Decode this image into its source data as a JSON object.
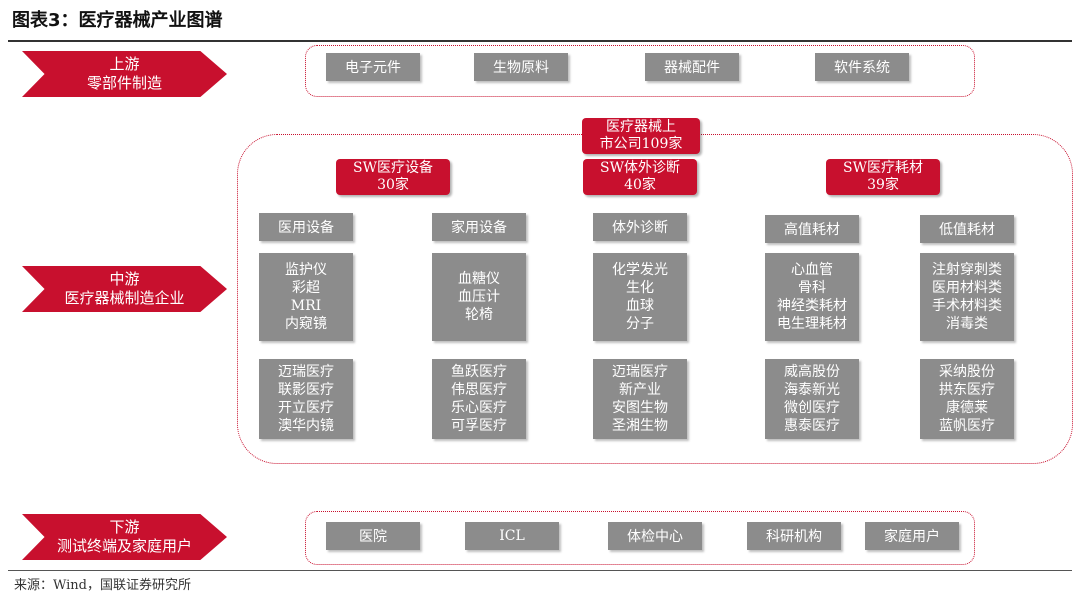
{
  "title": "图表3：医疗器械产业图谱",
  "upstream": {
    "label_line1": "上游",
    "label_line2": "零部件制造",
    "items": [
      "电子元件",
      "生物原料",
      "器械配件",
      "软件系统"
    ]
  },
  "midstream": {
    "label_line1": "中游",
    "label_line2": "医疗器械制造企业",
    "top_box": {
      "line1": "医疗器械上",
      "line2": "市公司109家"
    },
    "sectors": [
      {
        "line1": "SW医疗设备",
        "line2": "30家"
      },
      {
        "line1": "SW体外诊断",
        "line2": "40家"
      },
      {
        "line1": "SW医疗耗材",
        "line2": "39家"
      }
    ],
    "columns": [
      {
        "header": "医用设备",
        "products": [
          "监护仪",
          "彩超",
          "MRI",
          "内窥镜"
        ],
        "companies": [
          "迈瑞医疗",
          "联影医疗",
          "开立医疗",
          "澳华内镜"
        ]
      },
      {
        "header": "家用设备",
        "products": [
          "血糖仪",
          "血压计",
          "轮椅"
        ],
        "companies": [
          "鱼跃医疗",
          "伟思医疗",
          "乐心医疗",
          "可孚医疗"
        ]
      },
      {
        "header": "体外诊断",
        "products": [
          "化学发光",
          "生化",
          "血球",
          "分子"
        ],
        "companies": [
          "迈瑞医疗",
          "新产业",
          "安图生物",
          "圣湘生物"
        ]
      },
      {
        "header": "高值耗材",
        "products": [
          "心血管",
          "骨科",
          "神经类耗材",
          "电生理耗材"
        ],
        "companies": [
          "威高股份",
          "海泰新光",
          "微创医疗",
          "惠泰医疗"
        ]
      },
      {
        "header": "低值耗材",
        "products": [
          "注射穿刺类",
          "医用材料类",
          "手术材料类",
          "消毒类"
        ],
        "companies": [
          "采纳股份",
          "拱东医疗",
          "康德莱",
          "蓝帆医疗"
        ]
      }
    ]
  },
  "downstream": {
    "label_line1": "下游",
    "label_line2": "测试终端及家庭用户",
    "items": [
      "医院",
      "ICL",
      "体检中心",
      "科研机构",
      "家庭用户"
    ]
  },
  "source": "来源：Wind，国联证券研究所",
  "colors": {
    "accent_red": "#c8102e",
    "box_gray": "#8c8c8c"
  }
}
